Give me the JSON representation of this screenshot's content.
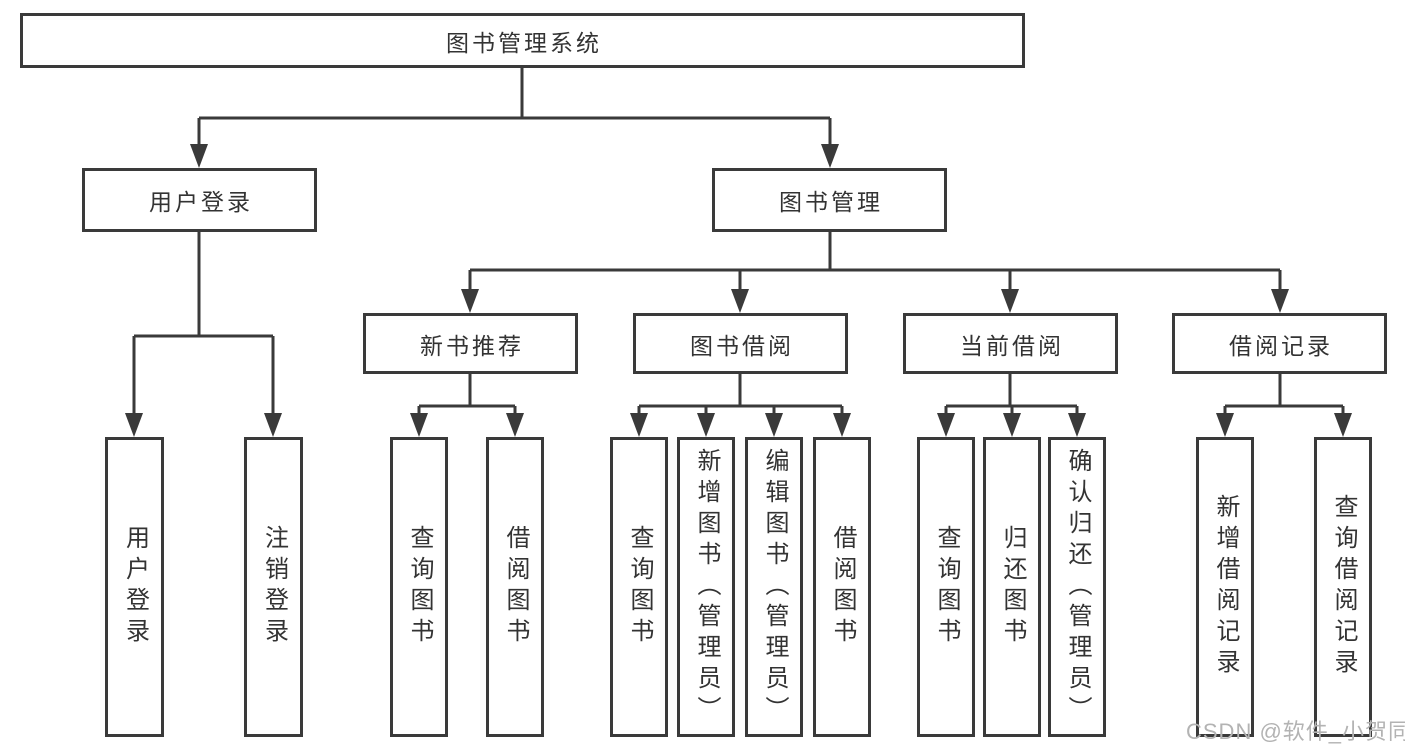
{
  "tree": {
    "root": {
      "label": "图书管理系统"
    },
    "branches": [
      {
        "label": "用户登录",
        "children": [
          {
            "label": "用户登录"
          },
          {
            "label": "注销登录"
          }
        ]
      },
      {
        "label": "图书管理",
        "children": [
          {
            "label": "新书推荐",
            "children": [
              {
                "label": "查询图书"
              },
              {
                "label": "借阅图书"
              }
            ]
          },
          {
            "label": "图书借阅",
            "children": [
              {
                "label": "查询图书"
              },
              {
                "label": "新增图书（管理员）"
              },
              {
                "label": "编辑图书（管理员）"
              },
              {
                "label": "借阅图书"
              }
            ]
          },
          {
            "label": "当前借阅",
            "children": [
              {
                "label": "查询图书"
              },
              {
                "label": "归还图书"
              },
              {
                "label": "确认归还（管理员）"
              }
            ]
          },
          {
            "label": "借阅记录",
            "children": [
              {
                "label": "新增借阅记录"
              },
              {
                "label": "查询借阅记录"
              }
            ]
          }
        ]
      }
    ]
  },
  "watermark": "CSDN @软件_小贺同学",
  "colors": {
    "line": "#3a3a3a",
    "text": "#333333",
    "box_bg": "#ffffff",
    "background": "#ffffff",
    "watermark": "#b3b3b3"
  }
}
